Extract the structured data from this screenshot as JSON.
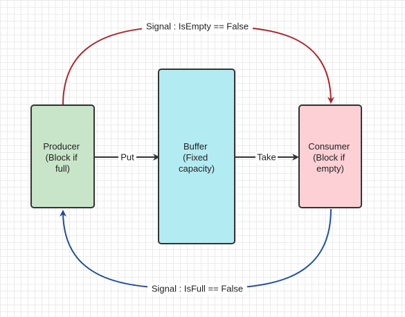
{
  "diagram": {
    "nodes": {
      "producer": {
        "lines": [
          "Producer",
          "(Block if",
          "full)"
        ],
        "color": "#c9e5c9"
      },
      "buffer": {
        "lines": [
          "Buffer",
          "(Fixed",
          "capacity)"
        ],
        "color": "#b3ebf2"
      },
      "consumer": {
        "lines": [
          "Consumer",
          "(Block if",
          "empty)"
        ],
        "color": "#fdd0d5"
      }
    },
    "edges": {
      "put": {
        "label": "Put"
      },
      "take": {
        "label": "Take"
      },
      "signal_empty": {
        "label": "Signal : IsEmpty == False",
        "color": "#b0232a"
      },
      "signal_full": {
        "label": "Signal : IsFull == False",
        "color": "#1f4ea1"
      }
    }
  }
}
